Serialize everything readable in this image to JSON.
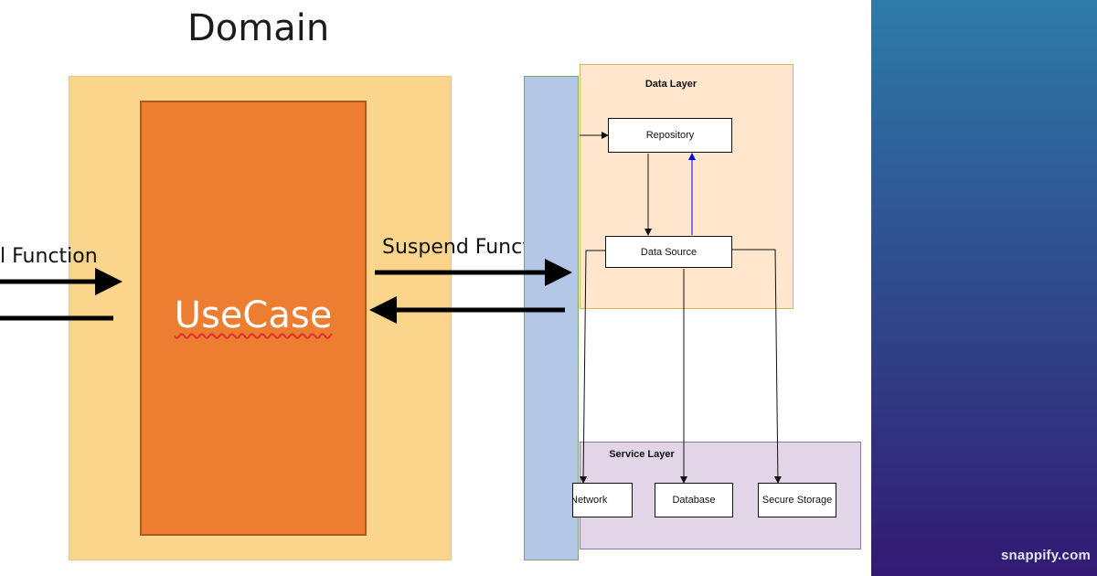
{
  "domain_slide": {
    "title": "Domain",
    "usecase_label": "UseCase",
    "left_function_label": "l Function",
    "right_function_label": "Suspend Function"
  },
  "architecture": {
    "data_layer_title": "Data Layer",
    "service_layer_title": "Service Layer",
    "nodes": {
      "repository": "Repository",
      "data_source": "Data Source",
      "network": "Network",
      "database": "Database",
      "secure_storage": "Secure Storage"
    }
  },
  "brand": "snappify.com",
  "colors": {
    "domain_box": "#fcd58c",
    "usecase_box": "#ed7d31",
    "blue_strip": "#b4c7e7",
    "data_layer": "#ffe6cc",
    "service_layer": "#e1d5e7",
    "gradient_top": "#2e7ba8",
    "gradient_bottom": "#331a72",
    "return_arrow": "#0000ff"
  }
}
